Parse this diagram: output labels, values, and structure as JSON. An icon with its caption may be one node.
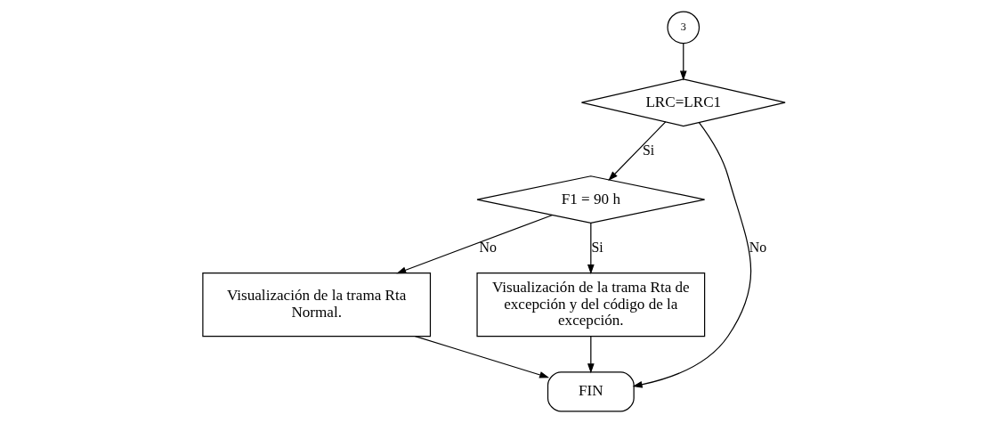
{
  "diagram": {
    "nodes": [
      {
        "text": [
          "3"
        ]
      },
      {
        "text": [
          "LRC=LRC1"
        ]
      },
      {
        "text": [
          "F1 = 90 h"
        ]
      },
      {
        "text": [
          "Visualización de la trama Rta Normal."
        ]
      },
      {
        "text": [
          "Visualización de la trama Rta de excepción y del código de la excepción."
        ]
      },
      {
        "text": [
          "FIN"
        ]
      }
    ],
    "edges": [
      {
        "from": 0,
        "to": 1,
        "arrow": "to"
      },
      {
        "from": 1,
        "to": 5,
        "arrow": "to",
        "label": "No"
      },
      {
        "from": 1,
        "to": 2,
        "arrow": "to",
        "label": "Si"
      },
      {
        "from": 2,
        "to": 3,
        "arrow": "to",
        "label": "No"
      },
      {
        "from": 2,
        "to": 4,
        "arrow": "to",
        "label": "Si"
      },
      {
        "from": 3,
        "to": 5,
        "arrow": "to"
      },
      {
        "from": 4,
        "to": 5,
        "arrow": "to"
      }
    ]
  }
}
